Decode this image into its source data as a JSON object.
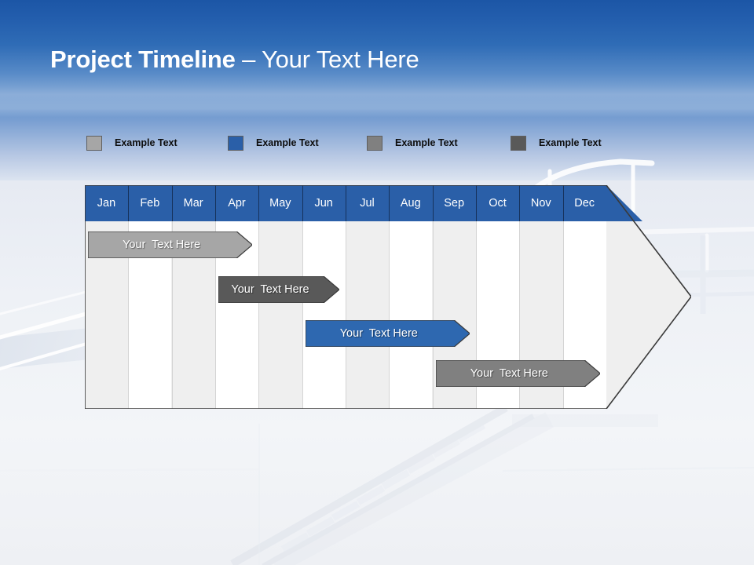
{
  "slide": {
    "title_strong": "Project Timeline",
    "title_light": " – Your Text Here"
  },
  "colors": {
    "banner_blue": "#2a5fa8",
    "header_blue": "#2a5fa8",
    "accent_blue": "#2e68b0",
    "legend_light_gray": "#a6a6a6",
    "legend_blue": "#2a5fa8",
    "legend_mid_gray": "#808080",
    "legend_dark_gray": "#595959",
    "chart_body": "#efefef",
    "column_stripe": "#efefef",
    "column_alt": "#ffffff",
    "outline": "#3a3a3a"
  },
  "legend": {
    "items": [
      {
        "label": "Example Text",
        "color": "#a6a6a6",
        "x": 0
      },
      {
        "label": "Example Text",
        "color": "#2a5fa8",
        "x": 180
      },
      {
        "label": "Example Text",
        "color": "#808080",
        "x": 357
      },
      {
        "label": "Example Text",
        "color": "#595959",
        "x": 540
      }
    ]
  },
  "chart_data": {
    "type": "bar",
    "title": "Project Timeline",
    "xlabel": "",
    "ylabel": "",
    "categories": [
      "Jan",
      "Feb",
      "Mar",
      "Apr",
      "May",
      "Jun",
      "Jul",
      "Aug",
      "Sep",
      "Oct",
      "Nov",
      "Dec"
    ],
    "grid": true,
    "legend_position": "top",
    "series": [
      {
        "name": "Example Text",
        "label": "Your  Text Here",
        "color": "#a6a6a6",
        "start_month": 1,
        "end_month": 4,
        "row": 0
      },
      {
        "name": "Example Text",
        "label": "Your  Text Here",
        "color": "#595959",
        "start_month": 4,
        "end_month": 6,
        "row": 1
      },
      {
        "name": "Example Text",
        "label": "Your  Text Here",
        "color": "#2e68b0",
        "start_month": 6,
        "end_month": 9,
        "row": 2
      },
      {
        "name": "Example Text",
        "label": "Your  Text Here",
        "color": "#808080",
        "start_month": 9,
        "end_month": 12,
        "row": 3
      }
    ]
  }
}
